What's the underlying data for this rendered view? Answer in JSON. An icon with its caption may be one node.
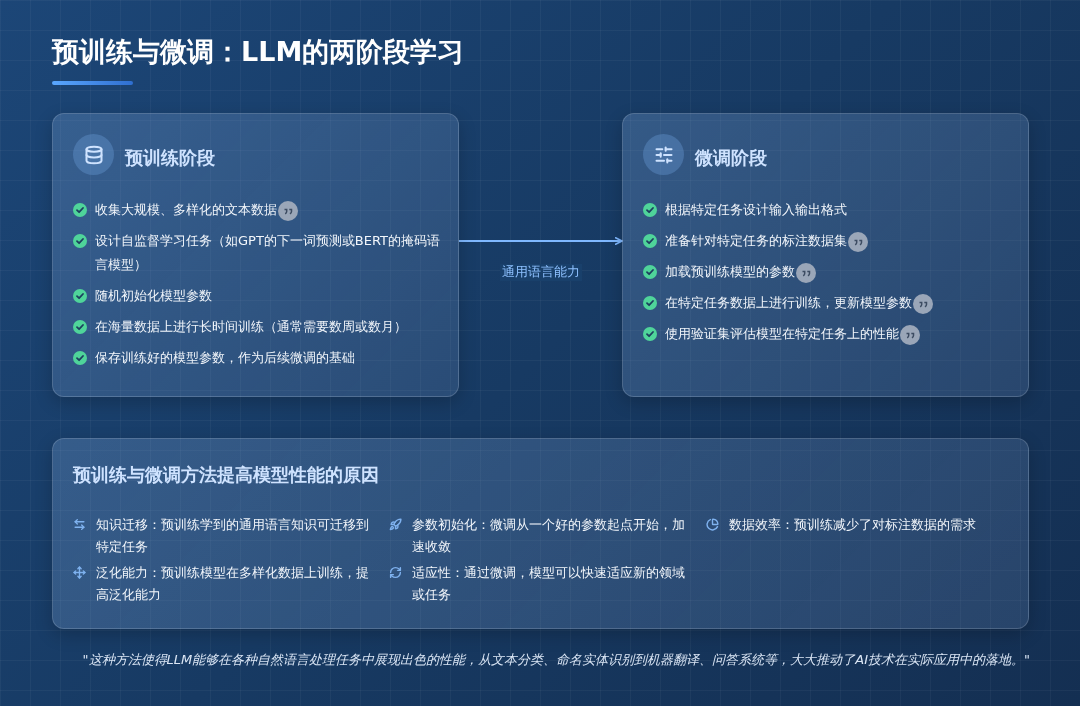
{
  "diagram": {
    "title": "预训练与微调：LLM的两阶段学习",
    "nodes": [
      {
        "text": [
          "预训练阶段",
          "收集大规模、多样化的文本数据",
          "设计自监督学习任务（如GPT的下一词预测或BERT的掩码语言模型）",
          "随机初始化模型参数",
          "在海量数据上进行长时间训练（通常需要数周或数月）",
          "保存训练好的模型参数，作为后续微调的基础"
        ]
      },
      {
        "text": [
          "微调阶段",
          "根据特定任务设计输入输出格式",
          "准备针对特定任务的标注数据集",
          "加载预训练模型的参数",
          "在特定任务数据上进行训练，更新模型参数",
          "使用验证集评估模型在特定任务上的性能"
        ]
      },
      {
        "text": [
          "预训练与微调方法提高模型性能的原因",
          "知识迁移：预训练学到的通用语言知识可迁移到特定任务",
          "参数初始化：微调从一个好的参数起点开始，加速收敛",
          "数据效率：预训练减少了对标注数据的需求",
          "泛化能力：预训练模型在多样化数据上训练，提高泛化能力",
          "适应性：通过微调，模型可以快速适应新的领域或任务"
        ]
      }
    ],
    "edges": [
      {
        "from": 0,
        "to": 1,
        "arrow": "to",
        "label": "通用语言能力"
      }
    ],
    "caption": "\"这种方法使得LLM能够在各种自然语言处理任务中展现出色的性能，从文本分类、命名实体识别到机器翻译、问答系统等，大大推动了AI技术在实际应用中的落地。\""
  }
}
